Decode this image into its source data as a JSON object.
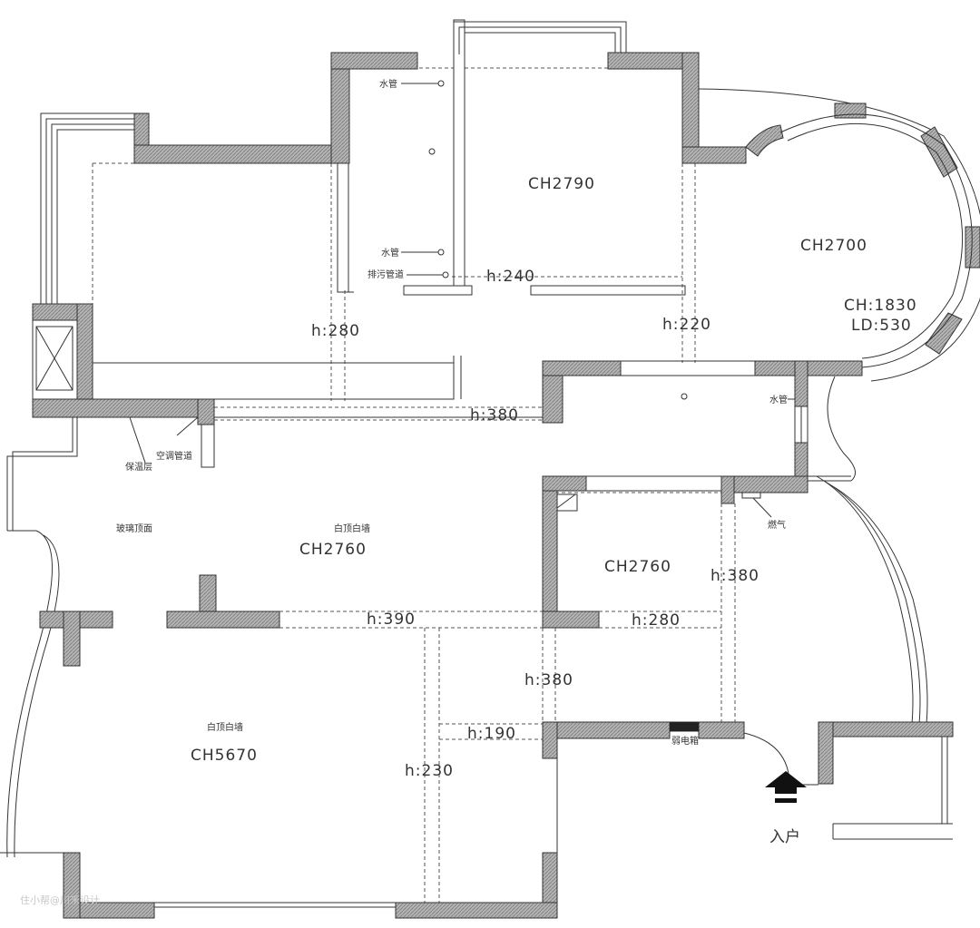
{
  "rooms": {
    "ch2790": "CH2790",
    "ch2700": "CH2700",
    "ch1830": "CH:1830",
    "ld530": "LD:530",
    "ch2760_living": "CH2760",
    "ch2760_room": "CH2760",
    "ch5670": "CH5670"
  },
  "heights": {
    "h280_top": "h:280",
    "h240": "h:240",
    "h220": "h:220",
    "h380_top": "h:380",
    "h390": "h:390",
    "h280_mid": "h:280",
    "h380_right": "h:380",
    "h380_mid": "h:380",
    "h190": "h:190",
    "h230": "h:230"
  },
  "notes": {
    "water_pipe_1": "水管",
    "water_pipe_2": "水管",
    "water_pipe_3": "水管",
    "sewage_shaft": "排污管道",
    "insulation": "保温层",
    "ac_duct": "空调管道",
    "glass_ceiling": "玻璃顶面",
    "white_ceiling_1": "白顶白墙",
    "white_ceiling_2": "白顶白墙",
    "gas": "燃气",
    "electric_box": "弱电箱",
    "entrance": "入户"
  },
  "watermark": "住小帮@川禾设计",
  "colors": {
    "wall_fill": "#a8a8a8",
    "line": "#333333",
    "dash": "#555555"
  }
}
